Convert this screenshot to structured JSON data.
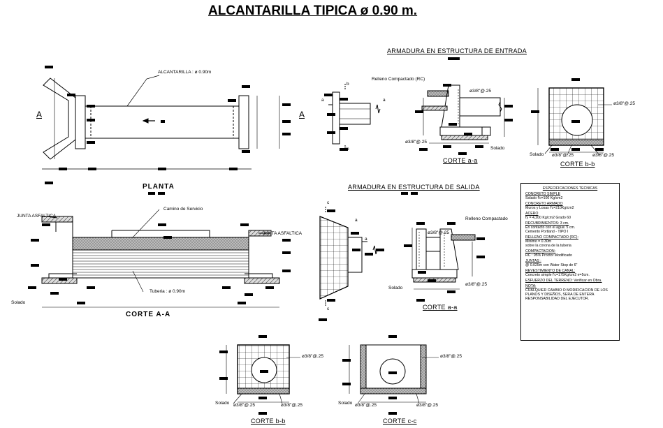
{
  "title": "ALCANTARILLA  TIPICA  ø 0.90 m.",
  "sections": {
    "entrada": "ARMADURA EN ESTRUCTURA DE ENTRADA",
    "salida": "ARMADURA EN ESTRUCTURA DE SALIDA",
    "planta": "PLANTA",
    "corte_aa": "CORTE   A-A",
    "corte_a_a_entrada": "CORTE  a-a",
    "corte_b_b_entrada": "CORTE  b-b",
    "corte_a_a_salida": "CORTE  a-a",
    "corte_b_b_salida": "CORTE  b-b",
    "corte_c_c": "CORTE  c-c"
  },
  "labels": {
    "alcantarilla": "ALCANTARILLA : ø 0.90m",
    "camino": "Camino de Servicio",
    "junta_left": "JUNTA  ASFALTICA",
    "junta_right": "JUNTA  ASFALTICA",
    "tuberia": "Tuberia : ø 0.90m",
    "solado": "Solado",
    "relleno_rc": "Relleno Compactado (RC)",
    "relleno": "Relleno Compactado",
    "rebar": "ø3/8\"@.25",
    "mark_a": "A",
    "mark_a_small": "a",
    "mark_b": "b",
    "mark_c": "c"
  },
  "specs": {
    "heading": "ESPECIFICACIONES TECNICAS",
    "lines": [
      {
        "k": "CONCRETO SIMPLE"
      },
      {
        "v": "Solado  f'c=100 Kg/cm2"
      },
      {
        "k": "CONCRETO ARMADO"
      },
      {
        "v": "Muros y Losas  f'c=210Kg/cm2"
      },
      {
        "k": "ACERO"
      },
      {
        "v": "fy = 4,200 Kg/cm2  Grado 60"
      },
      {
        "k": "RECUBRIMIENTOS:  3 cm."
      },
      {
        "v": "En contacto con el agua: 5 cm."
      },
      {
        "v": "Cemento Portland - TIPO I"
      },
      {
        "k": "RELLENO COMPACTADO (RC):"
      },
      {
        "v": "Minimo = 0.30m"
      },
      {
        "v": "sobre la corona de la tuberia"
      },
      {
        "k": "COMPACTACION:"
      },
      {
        "v": "RC : 95% Proctor Modificado"
      },
      {
        "k": "JUNTAS :"
      },
      {
        "v": "@ 0.025m con Water Stop de 6\""
      },
      {
        "k": "REVESTIMIENTO DE CANAL:"
      },
      {
        "v": "Concreto simple   f'c=175Kg/cm2   e=5cm."
      },
      {
        "k": "ESFUERZO DEL TERRENO:   Verificar en Obra."
      },
      {
        "k": "NOTA:"
      },
      {
        "v": " CUALQUIER CAMBIO O MODIFICACION DE LOS"
      },
      {
        "v": " PLANOS Y DISEÑOS, SERA DE ENTERA"
      },
      {
        "v": " RESPONSABILIDAD DEL EJECUTOR."
      }
    ]
  }
}
